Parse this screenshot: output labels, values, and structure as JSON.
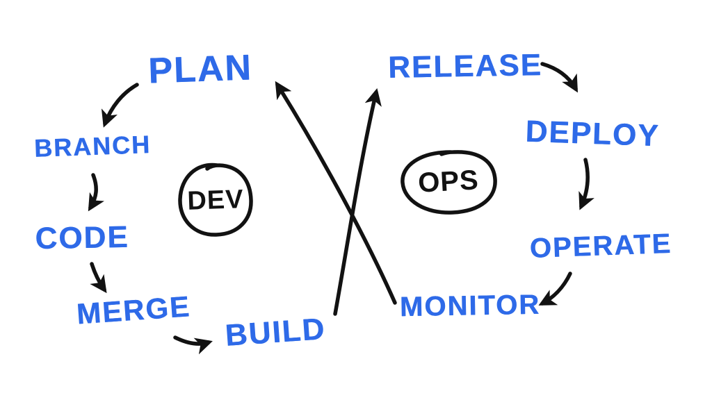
{
  "diagram_type": "hand-drawn devops infinity loop sketch",
  "colors": {
    "stage_text": "#2e6ae8",
    "ink": "#121212",
    "background": "#ffffff"
  },
  "centers": {
    "dev": "DEV",
    "ops": "OPS"
  },
  "stages": {
    "plan": "PLAN",
    "branch": "BRANCH",
    "code": "CODE",
    "merge": "MERGE",
    "build": "BUILD",
    "release": "RELEASE",
    "deploy": "DEPLOY",
    "operate": "OPERATE",
    "monitor": "MONITOR"
  },
  "flow_order": [
    "PLAN",
    "BRANCH",
    "CODE",
    "MERGE",
    "BUILD",
    "RELEASE",
    "DEPLOY",
    "OPERATE",
    "MONITOR",
    "PLAN"
  ]
}
